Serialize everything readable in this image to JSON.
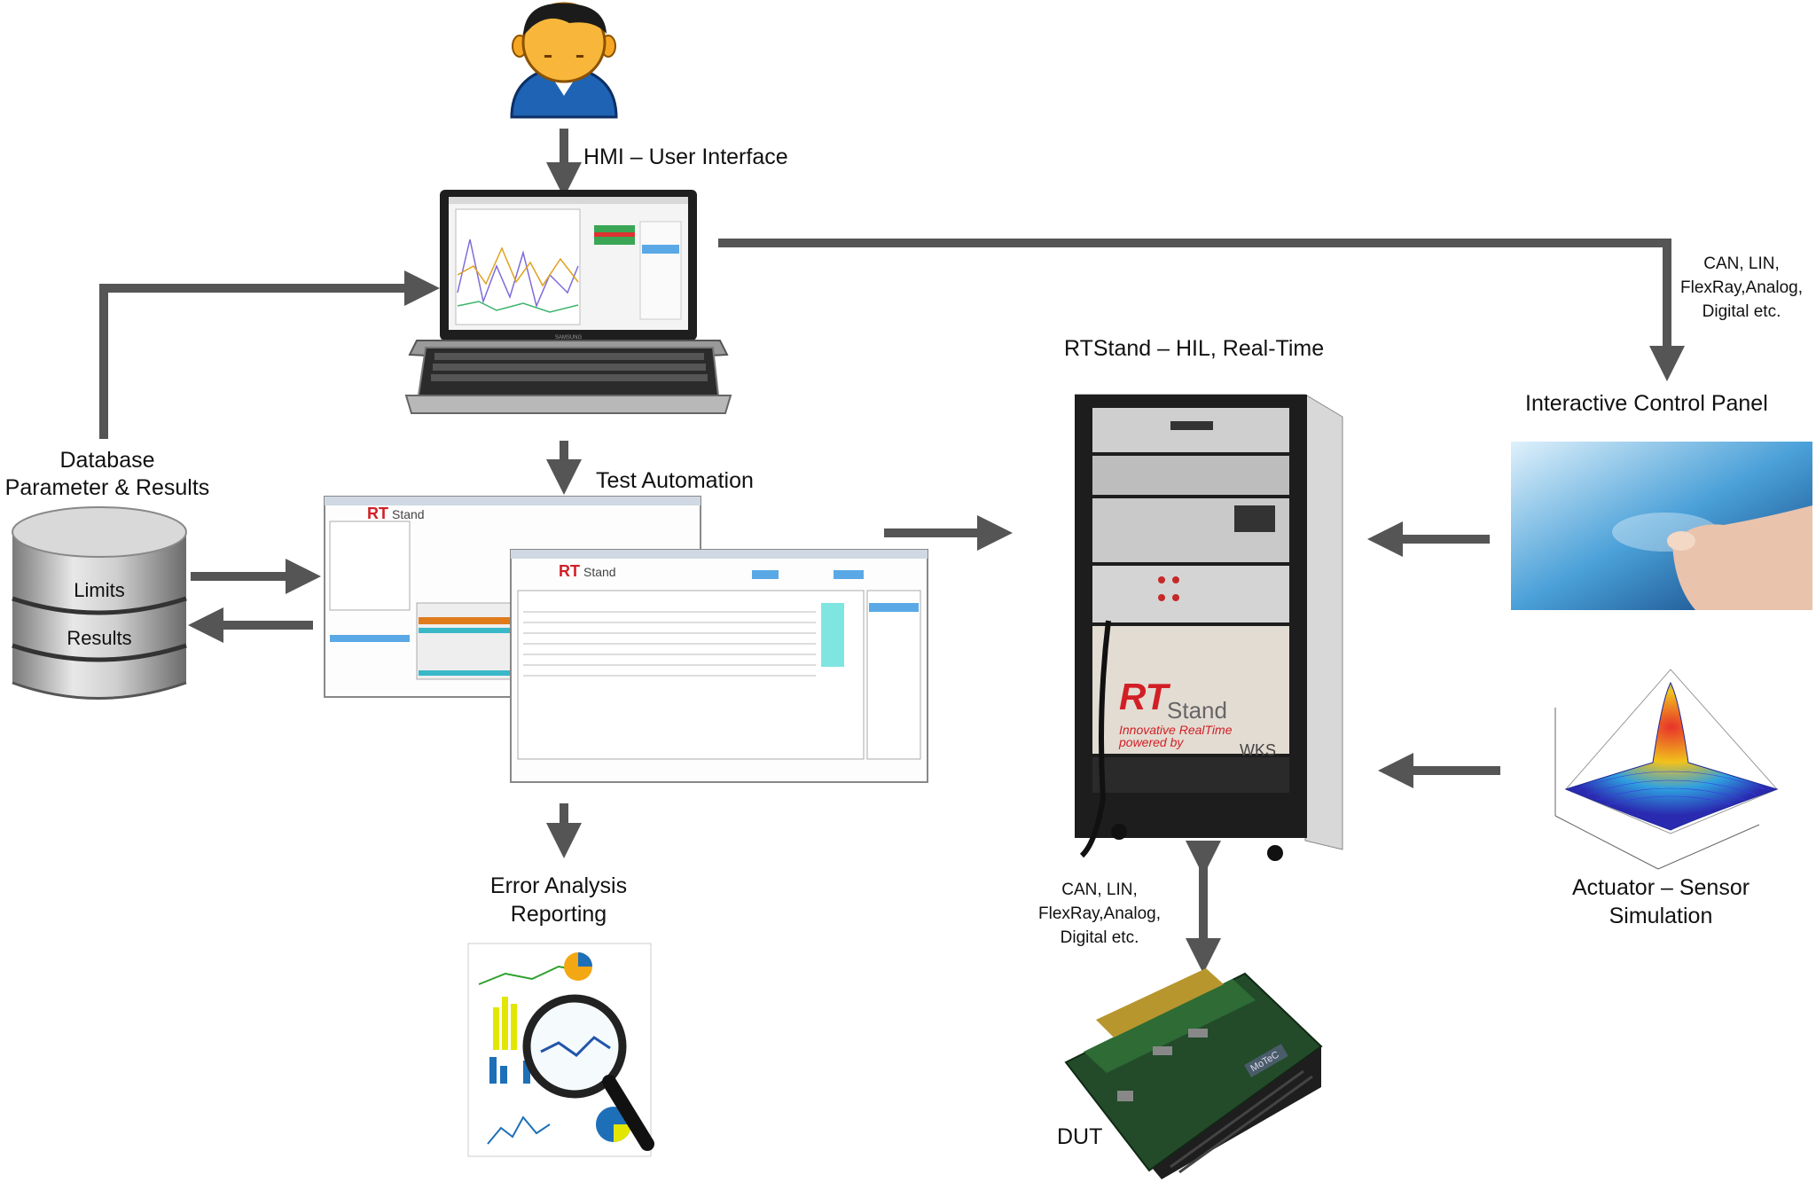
{
  "labels": {
    "hmi": "HMI – User Interface",
    "db_line1": "Database",
    "db_line2": "Parameter & Results",
    "db_disk1": "Limits",
    "db_disk2": "Results",
    "test_automation": "Test Automation",
    "error_line1": "Error Analysis",
    "error_line2": "Reporting",
    "rtstand_title": "RTStand – HIL, Real-Time",
    "bus_top_line1": "CAN, LIN,",
    "bus_top_line2": "FlexRay,Analog,",
    "bus_top_line3": "Digital etc.",
    "bus_mid_line1": "CAN, LIN,",
    "bus_mid_line2": "FlexRay,Analog,",
    "bus_mid_line3": "Digital etc.",
    "control_panel": "Interactive Control Panel",
    "act_line1": "Actuator – Sensor",
    "act_line2": "Simulation",
    "dut": "DUT"
  },
  "branding": {
    "rt": "RT",
    "stand": "Stand",
    "tagline1": "Innovative RealTime",
    "tagline2": "powered by",
    "maker": "WKS",
    "laptop_brand": "SAMSUNG",
    "dut_brand": "MoTeC"
  },
  "colors": {
    "arrow": "#555555",
    "brand_red": "#d21f26",
    "person_blue": "#1e63b4"
  },
  "icons": [
    "user-icon",
    "laptop-icon",
    "database-icon",
    "magnifier-report-icon",
    "hil-rack-icon",
    "touch-panel-icon",
    "3d-surface-plot-icon",
    "circuit-board-icon"
  ]
}
